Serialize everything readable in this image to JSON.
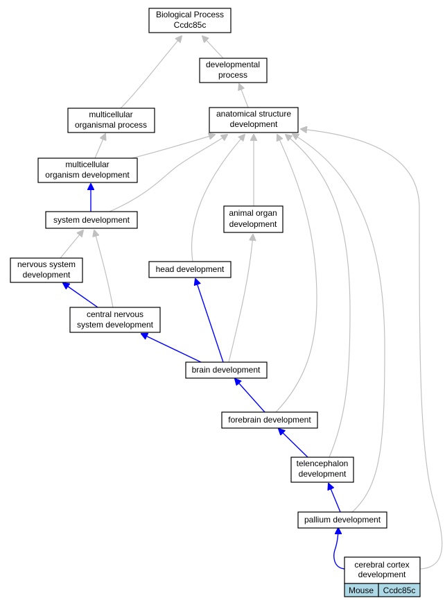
{
  "colors": {
    "is_a_edge": "#c0c0c0",
    "part_of_edge": "#0000ff",
    "annotation_fill": "#add8e6"
  },
  "nodes": {
    "biological_process": [
      "Biological Process",
      "Ccdc85c"
    ],
    "developmental_process": [
      "developmental",
      "process"
    ],
    "multicellular_organismal_process": [
      "multicellular",
      "organismal process"
    ],
    "anatomical_structure_development": [
      "anatomical structure",
      "development"
    ],
    "multicellular_organism_development": [
      "multicellular",
      "organism development"
    ],
    "system_development": [
      "system development"
    ],
    "animal_organ_development": [
      "animal organ",
      "development"
    ],
    "nervous_system_development": [
      "nervous system",
      "development"
    ],
    "head_development": [
      "head development"
    ],
    "central_nervous_system_development": [
      "central nervous",
      "system development"
    ],
    "brain_development": [
      "brain development"
    ],
    "forebrain_development": [
      "forebrain development"
    ],
    "telencephalon_development": [
      "telencephalon",
      "development"
    ],
    "pallium_development": [
      "pallium development"
    ],
    "cerebral_cortex_development": [
      "cerebral cortex",
      "development"
    ]
  },
  "annotation": {
    "organism": "Mouse",
    "gene": "Ccdc85c"
  }
}
